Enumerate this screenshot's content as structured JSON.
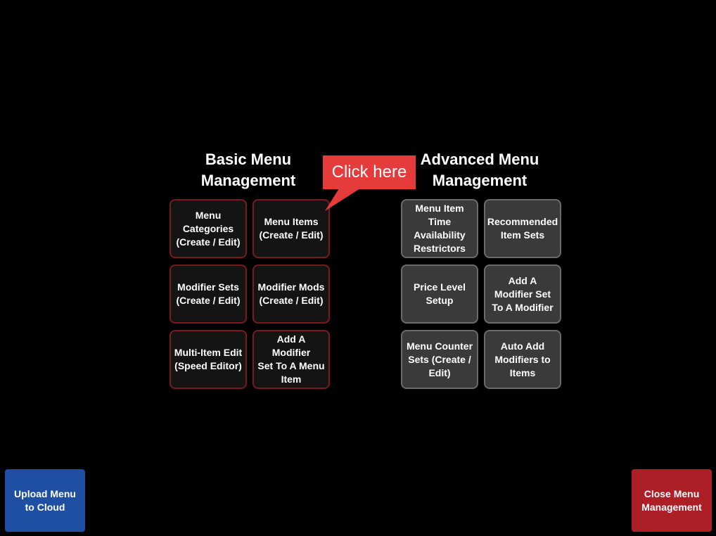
{
  "basic": {
    "title_line1": "Basic Menu",
    "title_line2": "Management",
    "tiles": [
      "Menu\nCategories\n(Create / Edit)",
      "Menu Items\n(Create / Edit)",
      "Modifier Sets\n(Create / Edit)",
      "Modifier Mods\n(Create / Edit)",
      "Multi-Item Edit\n(Speed Editor)",
      "Add A Modifier\nSet To A Menu\nItem"
    ]
  },
  "advanced": {
    "title_line1": "Advanced Menu",
    "title_line2": "Management",
    "tiles": [
      "Menu Item\nTime\nAvailability\nRestrictors",
      "Recommended\nItem Sets",
      "Price Level\nSetup",
      "Add A\nModifier Set\nTo A Modifier",
      "Menu Counter\nSets (Create /\nEdit)",
      "Auto Add\nModifiers to\nItems"
    ]
  },
  "callout": {
    "text": "Click here"
  },
  "bottom": {
    "upload_label": "Upload Menu\nto Cloud",
    "close_label": "Close Menu\nManagement"
  },
  "colors": {
    "background": "#000000",
    "basic_tile_bg": "#141414",
    "basic_tile_border": "#7a1a20",
    "advanced_tile_bg": "#3a3a3a",
    "advanced_tile_border": "#6a6a6a",
    "upload_button": "#1f4fa3",
    "close_button": "#ad1f26",
    "callout": "#e53b3b"
  }
}
